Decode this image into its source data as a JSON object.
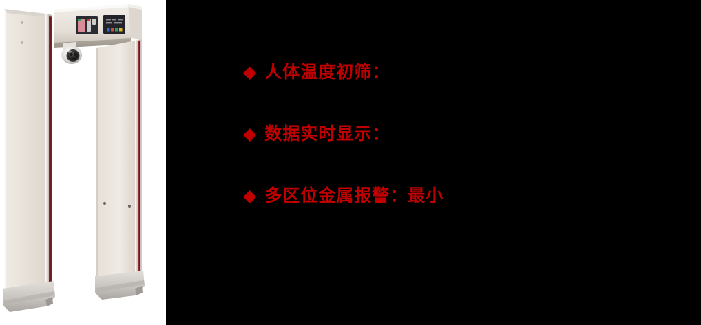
{
  "slide": {
    "background_color": "#ffffff",
    "panel_color": "#000000",
    "accent_color": "#c00000"
  },
  "product_image": {
    "alt_name": "walk-through-metal-detector-gate",
    "description": "Walk-through security gate with infrared temperature screening camera",
    "panel_color": "#e9e3db",
    "frame_color": "#b9b4ae",
    "led_strip_color": "#8c1f28",
    "base_color": "#c9c6c2",
    "display_screen_color": "#2b2b33",
    "camera_color": "#3a3a3a"
  },
  "features": [
    {
      "bullet": "◆",
      "label": "人体温度初筛："
    },
    {
      "bullet": "◆",
      "label": "数据实时显示："
    },
    {
      "bullet": "◆",
      "label": "多区位金属报警：最小"
    }
  ]
}
